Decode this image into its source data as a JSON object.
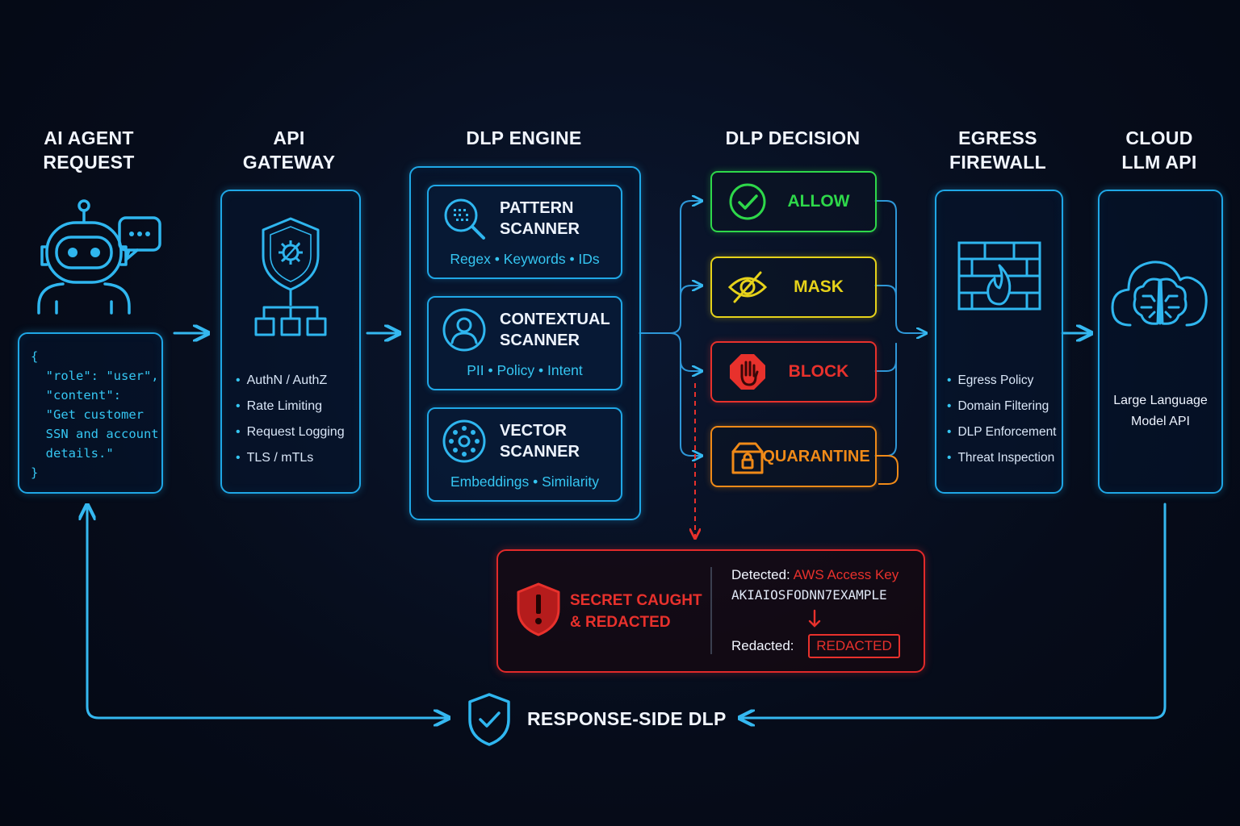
{
  "colors": {
    "accent": "#1fa7e6",
    "allow": "#2ed84a",
    "mask": "#e6d21a",
    "block": "#e8312c",
    "quarantine": "#f08a18",
    "alert": "#e22a2a"
  },
  "columns": {
    "agent": {
      "title": "AI AGENT\nREQUEST",
      "icon": "robot-icon"
    },
    "gateway": {
      "title": "API\nGATEWAY",
      "icon": "shield-network-icon"
    },
    "dlp": {
      "title": "DLP ENGINE"
    },
    "decision": {
      "title": "DLP DECISION"
    },
    "egress": {
      "title": "EGRESS\nFIREWALL",
      "icon": "firewall-icon"
    },
    "cloud": {
      "title": "CLOUD\nLLM API",
      "icon": "cloud-brain-icon"
    }
  },
  "request_json": "{\n  \"role\": \"user\",\n  \"content\":\n  \"Get customer\n  SSN and account\n  details.\"\n}",
  "gateway_items": [
    "AuthN / AuthZ",
    "Rate Limiting",
    "Request Logging",
    "TLS / mTLs"
  ],
  "scanners": [
    {
      "name": "PATTERN\nSCANNER",
      "sub": "Regex • Keywords • IDs",
      "icon": "magnifier-icon"
    },
    {
      "name": "CONTEXTUAL\nSCANNER",
      "sub": "PII • Policy • Intent",
      "icon": "user-icon"
    },
    {
      "name": "VECTOR\nSCANNER",
      "sub": "Embeddings • Similarity",
      "icon": "vector-icon"
    }
  ],
  "decisions": [
    {
      "label": "ALLOW",
      "icon": "check-icon"
    },
    {
      "label": "MASK",
      "icon": "eye-slash-icon"
    },
    {
      "label": "BLOCK",
      "icon": "stop-hand-icon"
    },
    {
      "label": "QUARANTINE",
      "icon": "quarantine-box-icon"
    }
  ],
  "egress_items": [
    "Egress Policy",
    "Domain Filtering",
    "DLP Enforcement",
    "Threat Inspection"
  ],
  "cloud_label": "Large Language\nModel API",
  "alert": {
    "title": "SECRET CAUGHT\n& REDACTED",
    "detected_label": "Detected:",
    "detected_type": "AWS Access Key",
    "key": "AKIAIOSFODNN7EXAMPLE",
    "redacted_label": "Redacted:",
    "redacted_value": "REDACTED",
    "icon": "alert-shield-icon"
  },
  "response_label": "RESPONSE-SIDE DLP",
  "response_icon": "shield-check-icon"
}
